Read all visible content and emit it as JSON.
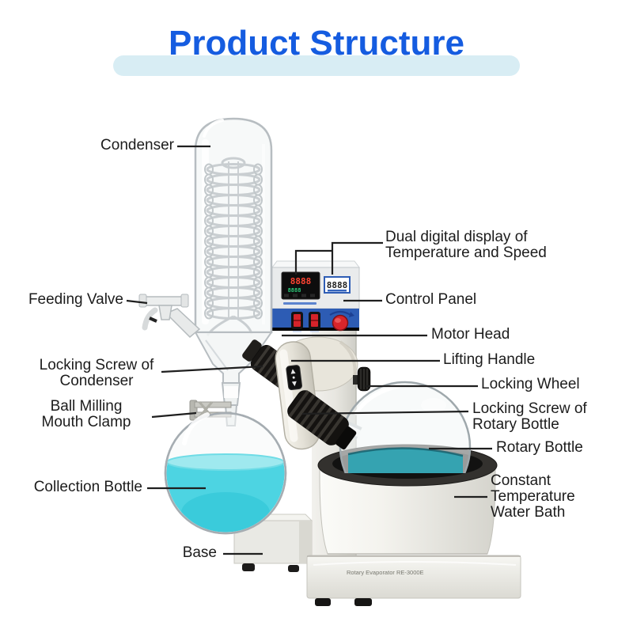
{
  "title": {
    "text": "Product Structure"
  },
  "labels": {
    "condenser": "Condenser",
    "feeding_valve": "Feeding Valve",
    "locking_screw_condenser": "Locking Screw of\nCondenser",
    "ball_milling_mouth_clamp": "Ball Milling\nMouth Clamp",
    "collection_bottle": "Collection Bottle",
    "base": "Base",
    "dual_digital_display": "Dual digital display of\nTemperature and Speed",
    "control_panel": "Control Panel",
    "motor_head": "Motor Head",
    "lifting_handle": "Lifting Handle",
    "locking_wheel": "Locking Wheel",
    "locking_screw_rotary_bottle": "Locking Screw of\nRotary Bottle",
    "rotary_bottle": "Rotary Bottle",
    "constant_temperature_water_bath": "Constant\nTemperature\nWater Bath"
  },
  "device": {
    "model_text": "Rotary Evaporator    RE-3000E",
    "temp_display_value": "8888",
    "temp_display_sub_value": "8888",
    "speed_display_value": "8888"
  },
  "colors": {
    "title_blue": "#155ce0",
    "title_band": "#d8edf4",
    "panel_blue": "#2d5cb4",
    "digit_red": "#ff4432",
    "digit_green": "#2ecf7d",
    "liquid_cyan": "#4dd4e2",
    "liquid_teal": "#27a2b2",
    "callout_black": "#1f1f1f"
  }
}
